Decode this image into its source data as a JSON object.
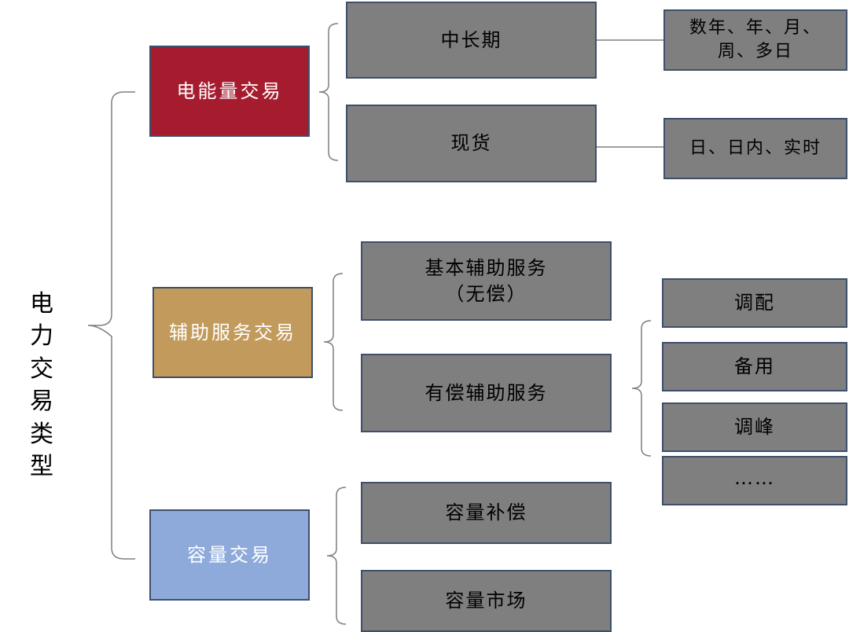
{
  "root": "电力\n交易\n类型",
  "categories": {
    "energy": {
      "label": "电能量交易",
      "color": "#a51c2f"
    },
    "ancillary": {
      "label": "辅助服务交易",
      "color": "#c29a5c"
    },
    "capacity": {
      "label": "容量交易",
      "color": "#8eaadb"
    }
  },
  "energy_children": {
    "mid_long": "中长期",
    "spot": "现货"
  },
  "energy_leaves": {
    "mid_long_cycles": "数年、年、月、\n周、多日",
    "spot_cycles": "日、日内、实时"
  },
  "ancillary_children": {
    "basic": "基本辅助服务\n（无偿）",
    "paid": "有偿辅助服务"
  },
  "paid_leaves": [
    "调配",
    "备用",
    "调峰",
    "……"
  ],
  "capacity_children": {
    "compensation": "容量补偿",
    "market": "容量市场"
  },
  "colors": {
    "node_fill": "#7f7f7f",
    "node_border": "#3d4f6b",
    "line": "#7f7f7f"
  }
}
